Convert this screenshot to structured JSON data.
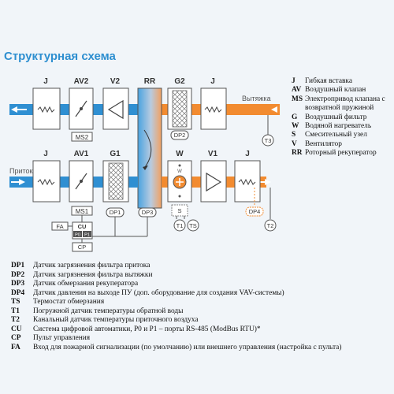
{
  "title": "Структурная схема",
  "exhaust_row": {
    "components": [
      "J",
      "AV2",
      "V2",
      "RR",
      "G2",
      "J"
    ],
    "flow_label": "Вытяжка",
    "sensors": {
      "actuator": "MS2",
      "filter_pressure": "DP2",
      "temperature": "T3"
    }
  },
  "supply_row": {
    "components": [
      "J",
      "AV1",
      "G1",
      "W",
      "V1",
      "J"
    ],
    "flow_label": "Приток",
    "sensors": {
      "actuator": "MS1",
      "filter_pressure": "DP1",
      "recuperator_icing": "DP3",
      "water_temp": "T1",
      "frost_thermostat": "TS",
      "supply_temp": "T2",
      "duct_pressure": "DP4",
      "mixing_unit": "S",
      "valve_w": "W"
    }
  },
  "control": {
    "fa": "FA",
    "cu": "CU",
    "p0": "P0",
    "p1": "P1",
    "cp": "CP"
  },
  "legend_right": [
    {
      "key": "J",
      "value": "Гибкая вставка"
    },
    {
      "key": "AV",
      "value": "Воздушный клапан"
    },
    {
      "key": "MS",
      "value": "Электропривод клапана с возвратной пружиной"
    },
    {
      "key": "G",
      "value": "Воздушный фильтр"
    },
    {
      "key": "W",
      "value": "Водяной нагреватель"
    },
    {
      "key": "S",
      "value": "Смесительный узел"
    },
    {
      "key": "V",
      "value": "Вентилятор"
    },
    {
      "key": "RR",
      "value": "Роторный рекуператор"
    }
  ],
  "legend_bottom": [
    {
      "key": "DP1",
      "value": "Датчик загрязнения фильтра притока"
    },
    {
      "key": "DP2",
      "value": "Датчик загрязнения фильтра вытяжки"
    },
    {
      "key": "DP3",
      "value": "Датчик обмерзания рекуператора"
    },
    {
      "key": "DP4",
      "value": "Датчик давления на выходе ПУ (доп. оборудование для создания VAV-системы)"
    },
    {
      "key": "TS",
      "value": "Термостат обмерзания"
    },
    {
      "key": "T1",
      "value": "Погружной датчик температуры обратной воды"
    },
    {
      "key": "T2",
      "value": "Канальный датчик температуры приточного воздуха"
    },
    {
      "key": "CU",
      "value": "Система цифровой автоматики, P0 и P1 – порты RS-485 (ModBus RTU)*"
    },
    {
      "key": "CP",
      "value": "Пульт управления"
    },
    {
      "key": "FA",
      "value": "Вход для пожарной сигнализации (по умолчанию) или внешнего управления (настройка с пульта)"
    }
  ],
  "colors": {
    "title": "#2e8fd0",
    "supply_duct": "#2f8fd2",
    "exhaust_duct": "#f28b30",
    "box": "#ffffff",
    "outline": "#555555",
    "duct_text": "#ffffff"
  }
}
